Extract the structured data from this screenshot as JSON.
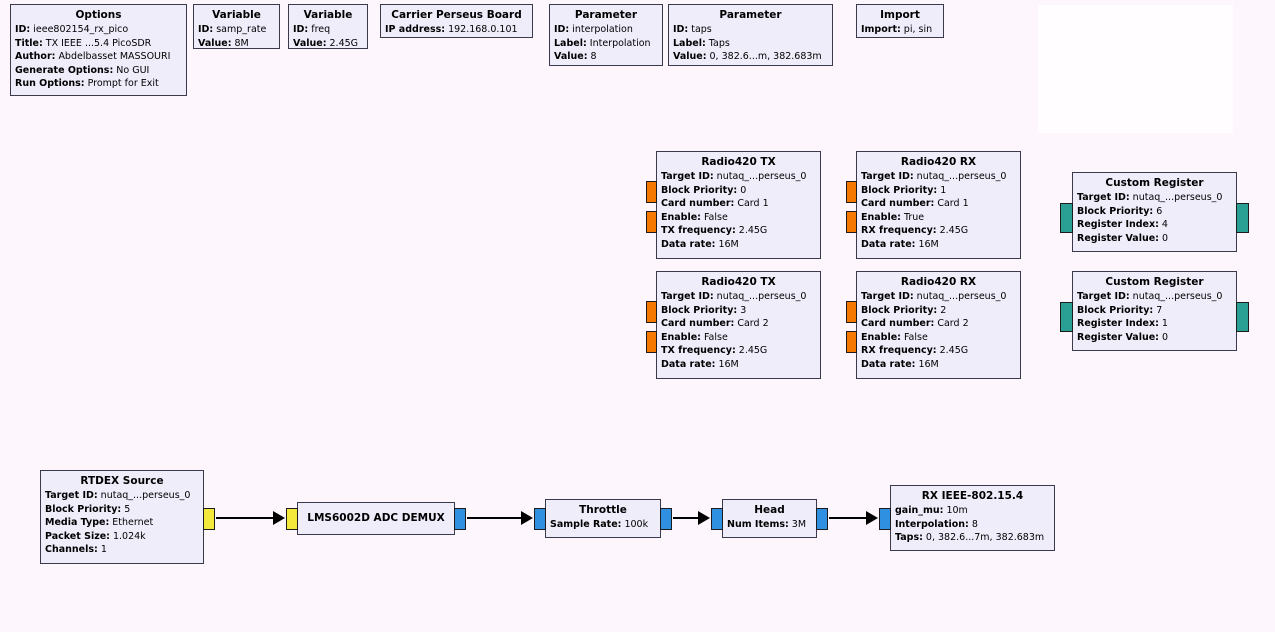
{
  "colors": {
    "background": "#fdf7fd",
    "block_fill": "#f0edfb",
    "block_border": "#3b3a4d",
    "port_control_orange": "#f57900",
    "port_data_yellow": "#f4e83d",
    "port_data_blue": "#2f8fe0",
    "port_register_teal": "#29a093",
    "connection": "#000000"
  },
  "blocks": {
    "options": {
      "title": "Options",
      "params": [
        {
          "k": "ID:",
          "v": "ieee802154_rx_pico"
        },
        {
          "k": "Title:",
          "v": "TX IEEE ...5.4 PicoSDR"
        },
        {
          "k": "Author:",
          "v": "Abdelbasset MASSOURI"
        },
        {
          "k": "Generate Options:",
          "v": "No GUI"
        },
        {
          "k": "Run Options:",
          "v": "Prompt for Exit"
        }
      ]
    },
    "var_samp_rate": {
      "title": "Variable",
      "params": [
        {
          "k": "ID:",
          "v": "samp_rate"
        },
        {
          "k": "Value:",
          "v": "8M"
        }
      ]
    },
    "var_freq": {
      "title": "Variable",
      "params": [
        {
          "k": "ID:",
          "v": "freq"
        },
        {
          "k": "Value:",
          "v": "2.45G"
        }
      ]
    },
    "carrier": {
      "title": "Carrier Perseus Board",
      "params": [
        {
          "k": "IP address:",
          "v": "192.168.0.101"
        }
      ]
    },
    "param_interp": {
      "title": "Parameter",
      "params": [
        {
          "k": "ID:",
          "v": "interpolation"
        },
        {
          "k": "Label:",
          "v": "Interpolation"
        },
        {
          "k": "Value:",
          "v": "8"
        }
      ]
    },
    "param_taps": {
      "title": "Parameter",
      "params": [
        {
          "k": "ID:",
          "v": "taps"
        },
        {
          "k": "Label:",
          "v": "Taps"
        },
        {
          "k": "Value:",
          "v": "0, 382.6...m, 382.683m"
        }
      ]
    },
    "imp": {
      "title": "Import",
      "params": [
        {
          "k": "Import:",
          "v": "pi, sin"
        }
      ]
    },
    "r420_tx1": {
      "title": "Radio420 TX",
      "params": [
        {
          "k": "Target ID:",
          "v": "nutaq_...perseus_0"
        },
        {
          "k": "Block Priority:",
          "v": "0"
        },
        {
          "k": "Card number:",
          "v": "Card 1"
        },
        {
          "k": "Enable:",
          "v": "False"
        },
        {
          "k": "TX frequency:",
          "v": "2.45G"
        },
        {
          "k": "Data rate:",
          "v": "16M"
        }
      ]
    },
    "r420_rx1": {
      "title": "Radio420 RX",
      "params": [
        {
          "k": "Target ID:",
          "v": "nutaq_...perseus_0"
        },
        {
          "k": "Block Priority:",
          "v": "1"
        },
        {
          "k": "Card number:",
          "v": "Card 1"
        },
        {
          "k": "Enable:",
          "v": "True"
        },
        {
          "k": "RX frequency:",
          "v": "2.45G"
        },
        {
          "k": "Data rate:",
          "v": "16M"
        }
      ]
    },
    "creg1": {
      "title": "Custom Register",
      "params": [
        {
          "k": "Target ID:",
          "v": "nutaq_...perseus_0"
        },
        {
          "k": "Block Priority:",
          "v": "6"
        },
        {
          "k": "Register Index:",
          "v": "4"
        },
        {
          "k": "Register Value:",
          "v": "0"
        }
      ]
    },
    "r420_tx2": {
      "title": "Radio420 TX",
      "params": [
        {
          "k": "Target ID:",
          "v": "nutaq_...perseus_0"
        },
        {
          "k": "Block Priority:",
          "v": "3"
        },
        {
          "k": "Card number:",
          "v": "Card 2"
        },
        {
          "k": "Enable:",
          "v": "False"
        },
        {
          "k": "TX frequency:",
          "v": "2.45G"
        },
        {
          "k": "Data rate:",
          "v": "16M"
        }
      ]
    },
    "r420_rx2": {
      "title": "Radio420 RX",
      "params": [
        {
          "k": "Target ID:",
          "v": "nutaq_...perseus_0"
        },
        {
          "k": "Block Priority:",
          "v": "2"
        },
        {
          "k": "Card number:",
          "v": "Card 2"
        },
        {
          "k": "Enable:",
          "v": "False"
        },
        {
          "k": "RX frequency:",
          "v": "2.45G"
        },
        {
          "k": "Data rate:",
          "v": "16M"
        }
      ]
    },
    "creg2": {
      "title": "Custom Register",
      "params": [
        {
          "k": "Target ID:",
          "v": "nutaq_...perseus_0"
        },
        {
          "k": "Block Priority:",
          "v": "7"
        },
        {
          "k": "Register Index:",
          "v": "1"
        },
        {
          "k": "Register Value:",
          "v": "0"
        }
      ]
    },
    "rtdex": {
      "title": "RTDEX Source",
      "params": [
        {
          "k": "Target ID:",
          "v": "nutaq_...perseus_0"
        },
        {
          "k": "Block Priority:",
          "v": "5"
        },
        {
          "k": "Media Type:",
          "v": "Ethernet"
        },
        {
          "k": "Packet Size:",
          "v": "1.024k"
        },
        {
          "k": "Channels:",
          "v": "1"
        }
      ]
    },
    "demux": {
      "title": "LMS6002D ADC DEMUX",
      "params": []
    },
    "throttle": {
      "title": "Throttle",
      "params": [
        {
          "k": "Sample Rate:",
          "v": "100k"
        }
      ]
    },
    "head": {
      "title": "Head",
      "params": [
        {
          "k": "Num Items:",
          "v": "3M"
        }
      ]
    },
    "rx802154": {
      "title": "RX IEEE-802.15.4",
      "params": [
        {
          "k": "gain_mu:",
          "v": "10m"
        },
        {
          "k": "Interpolation:",
          "v": "8"
        },
        {
          "k": "Taps:",
          "v": "0, 382.6...7m, 382.683m"
        }
      ]
    }
  }
}
